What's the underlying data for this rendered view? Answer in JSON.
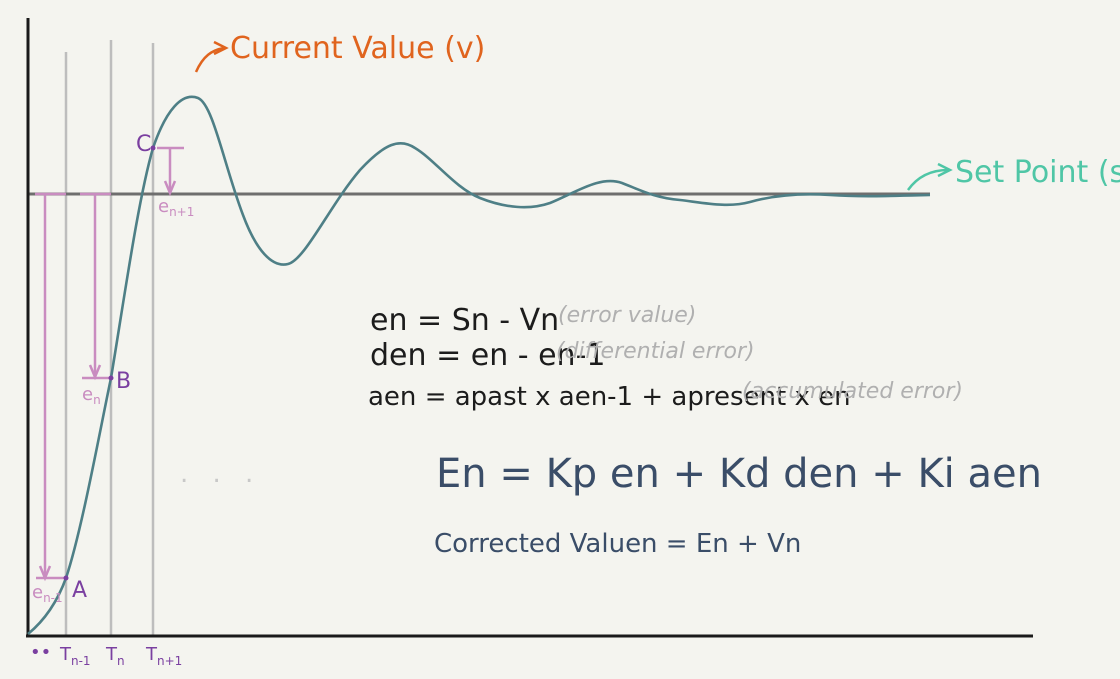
{
  "annotations": {
    "current_value": "Current Value (v)",
    "set_point": "Set Point (s)"
  },
  "points": {
    "a": "A",
    "b": "B",
    "c": "C"
  },
  "error_labels": {
    "e_n_minus_1": {
      "base": "e",
      "sub": "n-1"
    },
    "e_n": {
      "base": "e",
      "sub": "n"
    },
    "e_n_plus_1": {
      "base": "e",
      "sub": "n+1"
    }
  },
  "time_ticks": [
    {
      "base": "••",
      "sub": ""
    },
    {
      "base": "T",
      "sub": "n-1"
    },
    {
      "base": "T",
      "sub": "n"
    },
    {
      "base": "T",
      "sub": "n+1"
    }
  ],
  "ellipsis": ". . .",
  "equations": {
    "error": {
      "lhs": "en",
      "eq": "= Sn - Vn",
      "note": "(error value)"
    },
    "differential": {
      "lhs": "den",
      "eq": "= en - en-1",
      "note": "(differential error)"
    },
    "accumulated": {
      "lhs": "aen",
      "eq": "= apast x aen-1 + apresent x en",
      "note": "(accumulated error)"
    },
    "output": "En = Kp en + Kd den + Ki aen",
    "corrected": "Corrected Valuen = En + Vn"
  },
  "colors": {
    "curve": "#4e7f86",
    "set_point_line": "#6e6e6e",
    "axes": "#1a1a1a",
    "time_lines": "#bdbdbd",
    "error_arrows": "#c98cc0",
    "point_labels": "#7a3fa0",
    "current_value_annotation": "#e0641e",
    "set_point_annotation": "#4fc6a6"
  }
}
